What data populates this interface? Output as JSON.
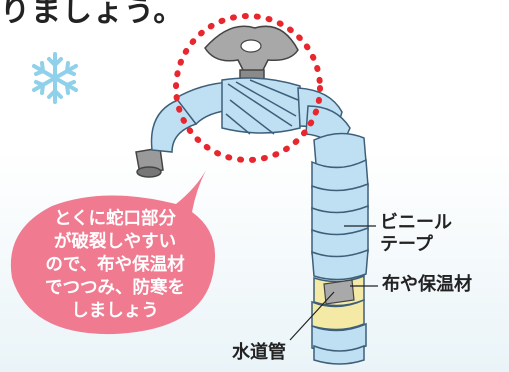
{
  "header": {
    "partial_text": "りましょう。"
  },
  "bubble": {
    "lines": [
      "とくに蛇口部分",
      "が破裂しやすい",
      "ので、布や保温材",
      "でつつみ、防寒を",
      "しましょう"
    ]
  },
  "labels": {
    "vinyl_line1": "ビニール",
    "vinyl_line2": "テープ",
    "cloth": "布や保温材",
    "pipe": "水道管"
  },
  "colors": {
    "tape": "#b8d8ee",
    "bubble": "#f07b90",
    "highlight": "#e8262e",
    "insulation": "#f4eaa6",
    "snowflake": "#8fd0ea"
  },
  "icons": {
    "snowflake": "snowflake-icon"
  }
}
